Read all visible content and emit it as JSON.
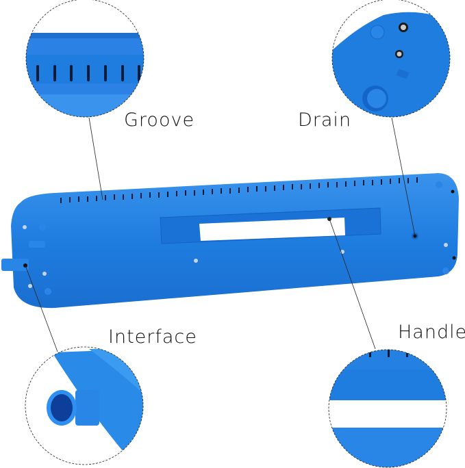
{
  "callouts": [
    {
      "id": "groove",
      "label": "Groove"
    },
    {
      "id": "drain",
      "label": "Drain"
    },
    {
      "id": "interface",
      "label": "Interface"
    },
    {
      "id": "handle",
      "label": "Handle"
    }
  ],
  "colors": {
    "body_blue": "#1f7de0",
    "body_blue_light": "#3a93ec",
    "body_blue_dark": "#1565c8",
    "handle_white": "#ffffff",
    "text": "#111111",
    "leader_line": "#222222"
  }
}
